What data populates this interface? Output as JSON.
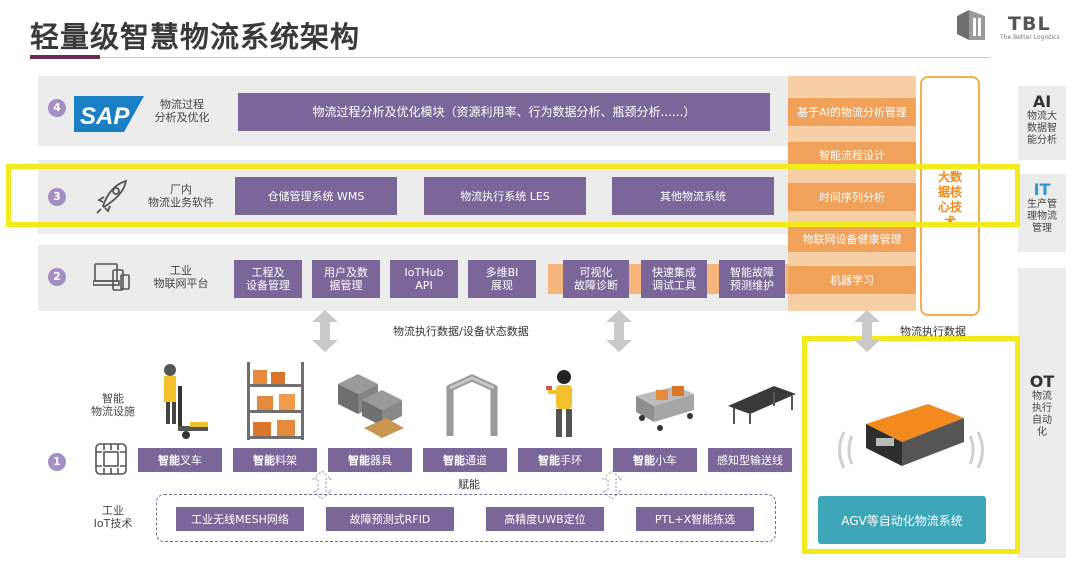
{
  "title": "轻量级智慧物流系统架构",
  "logo": {
    "text": "TBL",
    "sub": "The Better Logistics"
  },
  "layers": {
    "l4": {
      "num": "4",
      "label": "物流过程\n分析及优化",
      "brand": "SAP",
      "main": "物流过程分析及优化模块（资源利用率、行为数据分析、瓶颈分析......）"
    },
    "l3": {
      "num": "3",
      "label": "厂内\n物流业务软件",
      "boxes": [
        "仓储管理系统 WMS",
        "物流执行系统 LES",
        "其他物流系统"
      ]
    },
    "l2": {
      "num": "2",
      "label": "工业\n物联网平台",
      "boxes": [
        "工程及\n设备管理",
        "用户及数\n据管理",
        "IoTHub\nAPI",
        "多维BI\n展现"
      ],
      "orange_boxes": [
        "可视化\n故障诊断",
        "快速集成\n调试工具",
        "智能故障\n预测维护"
      ]
    },
    "l1": {
      "num": "1",
      "facility_label": "智能\n物流设施",
      "iot_label": "工业\nIoT技术"
    }
  },
  "right_column": {
    "items": [
      "基于AI的物流分析管理",
      "智能流程设计",
      "时间序列分析",
      "物联网设备健康管理",
      "机器学习"
    ],
    "big_data": "大数\n据核\n心技\n术"
  },
  "side_labels": {
    "ai": {
      "big": "AI",
      "small": "物流大\n数据智\n能分析"
    },
    "it": {
      "big": "IT",
      "small": "生产管\n理物流\n管理"
    },
    "ot": {
      "big": "OT",
      "small": "物流\n执行\n自动\n化"
    }
  },
  "flows": {
    "left": "物流执行数据/设备状态数据",
    "right": "物流执行数据",
    "empower": "赋能"
  },
  "devices": [
    {
      "bold": "智能",
      "rest": "叉车"
    },
    {
      "bold": "智能",
      "rest": "料架"
    },
    {
      "bold": "智能",
      "rest": "器具"
    },
    {
      "bold": "智能",
      "rest": "通道"
    },
    {
      "bold": "智能",
      "rest": "手环"
    },
    {
      "bold": "智能",
      "rest": "小车"
    },
    {
      "bold": "",
      "rest": "感知型输送线"
    }
  ],
  "iot_tech": [
    "工业无线MESH网络",
    "故障预测式RFID",
    "高精度UWB定位",
    "PTL+X智能拣选"
  ],
  "agv": "AGV等自动化物流系统",
  "colors": {
    "purple": "#7b6699",
    "orange": "#f0a15a",
    "teal": "#3fa6b9",
    "highlight": "#f2ea1b",
    "accent": "#6b2a55"
  }
}
